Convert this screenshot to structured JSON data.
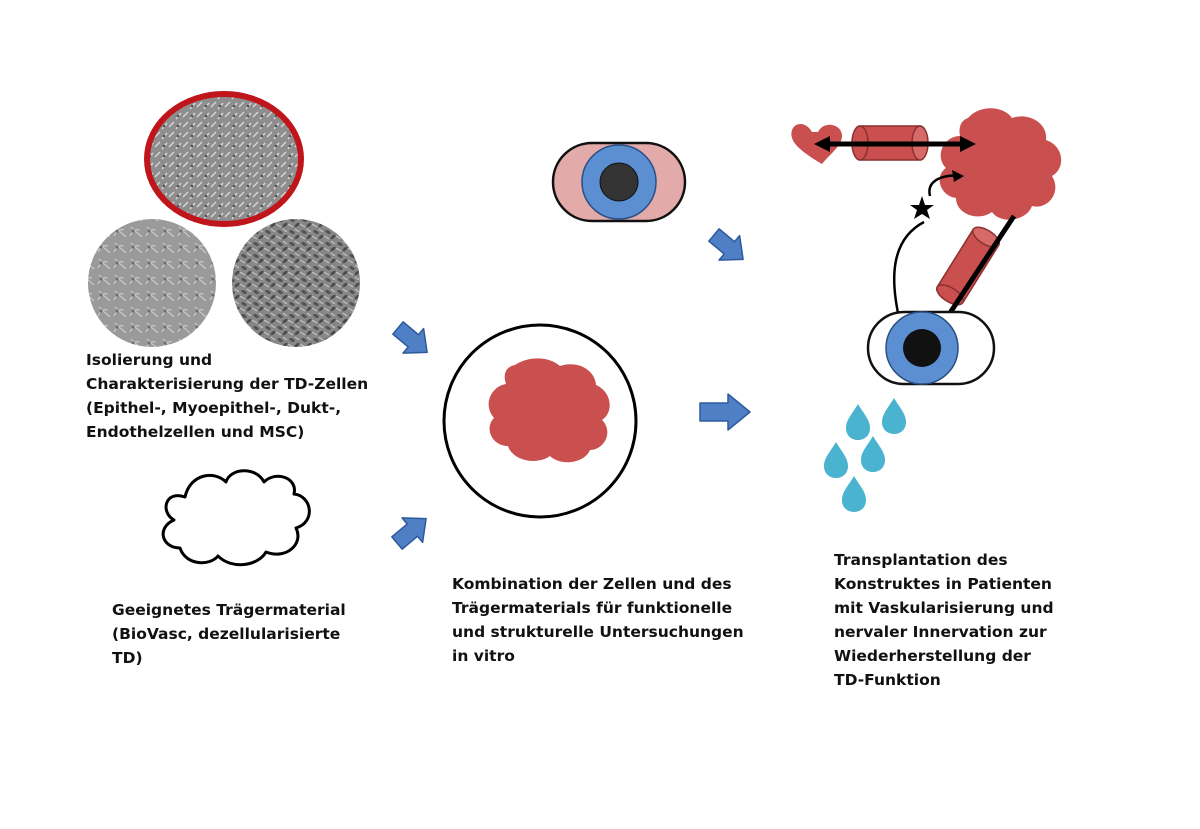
{
  "captions": {
    "isolation": {
      "line1": "Isolierung und",
      "line2": "Charakterisierung der TD-Zellen",
      "line3": "(Epithel-, Myoepithel-, Dukt-,",
      "line4": "Endothelzellen und MSC)"
    },
    "scaffold": {
      "line1": "Geeignetes Trägermaterial",
      "line2": "(BioVasc, dezellularisierte",
      "line3": "TD)"
    },
    "combination": {
      "line1": "Kombination der Zellen und des",
      "line2": "Trägermaterials für funktionelle",
      "line3": "und strukturelle Untersuchungen",
      "line4": "in vitro"
    },
    "transplantation": {
      "line1": "Transplantation des",
      "line2": "Konstruktes in Patienten",
      "line3": "mit Vaskularisierung und",
      "line4": "nervaler Innervation zur",
      "line5": "Wiederherstellung der",
      "line6": "TD-Funktion"
    }
  },
  "colors": {
    "tissue_red": "#c9504f",
    "eye_blue": "#5b8fd1",
    "arrow_blue": "#4f7fc4",
    "highlight_ring": "#c0161b",
    "droplet": "#4ab3cf",
    "eye_bg_pink": "#e3aaaa"
  }
}
